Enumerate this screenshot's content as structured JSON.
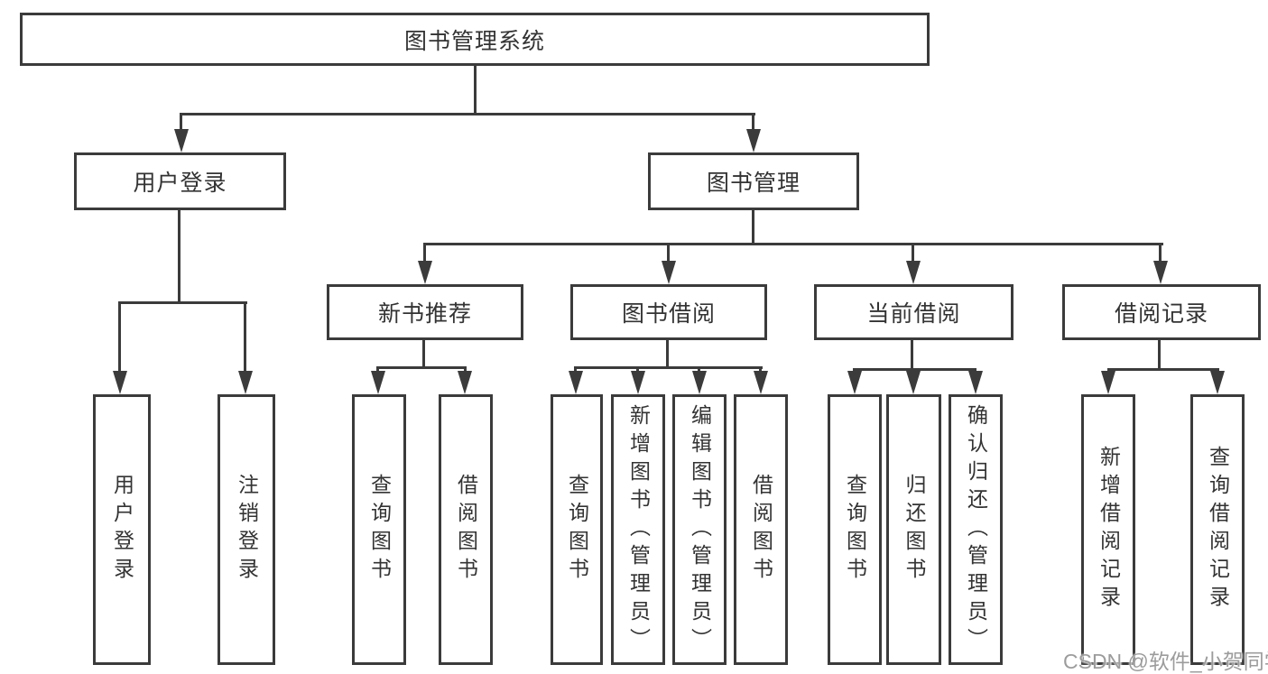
{
  "tree": {
    "label": "图书管理系统",
    "children": [
      {
        "label": "用户登录",
        "children": [
          {
            "label": "用户登录"
          },
          {
            "label": "注销登录"
          }
        ]
      },
      {
        "label": "图书管理",
        "children": [
          {
            "label": "新书推荐",
            "children": [
              {
                "label": "查询图书"
              },
              {
                "label": "借阅图书"
              }
            ]
          },
          {
            "label": "图书借阅",
            "children": [
              {
                "label": "查询图书"
              },
              {
                "label": "新增图书（管理员）"
              },
              {
                "label": "编辑图书（管理员）"
              },
              {
                "label": "借阅图书"
              }
            ]
          },
          {
            "label": "当前借阅",
            "children": [
              {
                "label": "查询图书"
              },
              {
                "label": "归还图书"
              },
              {
                "label": "确认归还（管理员）"
              }
            ]
          },
          {
            "label": "借阅记录",
            "children": [
              {
                "label": "新增借阅记录"
              },
              {
                "label": "查询借阅记录"
              }
            ]
          }
        ]
      }
    ]
  },
  "watermark": {
    "text": "CSDN @软件_小贺同学"
  },
  "colors": {
    "line": "#3b3b3b",
    "text": "#333333",
    "canvas": "#ffffff",
    "watermark": "#9c9c9c"
  }
}
